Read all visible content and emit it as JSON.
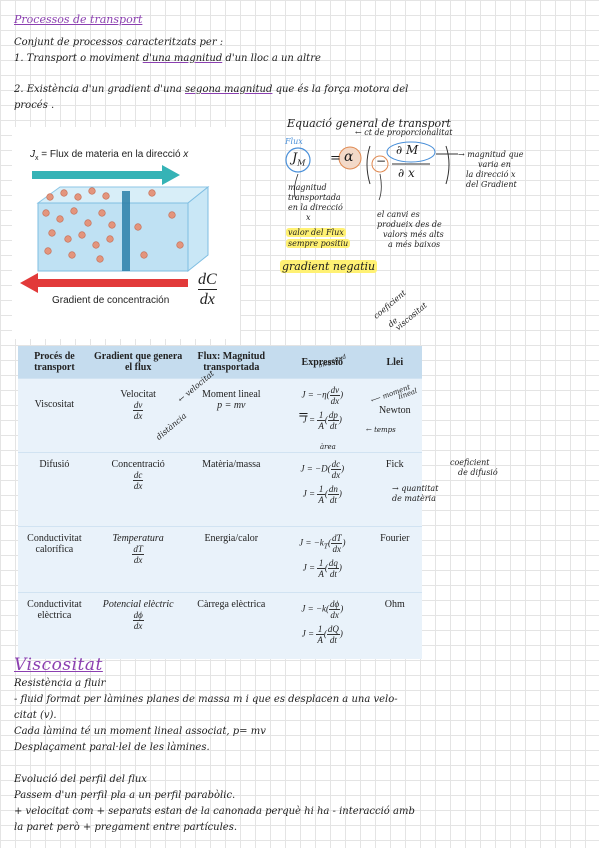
{
  "heading1": "Processos de transport",
  "intro": {
    "line1": "Conjunt de processos caracteritzats per :",
    "line2a": "1. Transport o moviment ",
    "line2b": "d'una magnitud",
    "line2c": " d'un lloc  a un altre",
    "line3a": "2. Existència d'un gradient d'una ",
    "line3b": "segona magnitud",
    "line3c": " que és la força motora del",
    "line4": "procés ."
  },
  "diagram": {
    "flux_label": "J",
    "flux_sub": "x",
    "flux_text": " = Flux de materia en la direcció ",
    "flux_x": "x",
    "gradient_label": "Gradient de concentración",
    "dC": "dC",
    "dx": "dx"
  },
  "equation": {
    "title": "Equació general de transport",
    "ct": "← ct de proporcionalitat",
    "flux_word": "Flux",
    "J": "J",
    "M_sub": "M",
    "eq": "=",
    "alpha": "α",
    "minus": "−",
    "dM": "∂ M",
    "dx": "∂ x",
    "magnitud_note1": "→ magnitud que",
    "magnitud_note2": "varia en",
    "magnitud_note3": "la direcció x",
    "magnitud_note4": "del Gradient",
    "transported1": "magnitud",
    "transported2": "transportada",
    "transported3": "en la direcció",
    "transported4": "x",
    "canvi1": "el canvi es",
    "canvi2": "produeix des de",
    "canvi3": "valors més alts",
    "canvi4": "a més baixos",
    "positive1": "valor del Flux",
    "positive2": "sempre positiu",
    "negative": "gradient negatiu"
  },
  "table": {
    "headers": [
      "Procés de transport",
      "Gradient que genera el flux",
      "Flux: Magnitud transportada",
      "Expressió",
      "Llei"
    ],
    "rows": [
      {
        "process": "Viscositat",
        "gradient_name": "Velocitat",
        "g_num": "dv",
        "g_den": "dx",
        "flux_name": "Moment lineal",
        "flux_formula": "p = mv",
        "expr1_pre": "J = −η",
        "expr1_num": "dv",
        "expr1_den": "dx",
        "expr2_pre": "J = ",
        "expr2_num": "dp",
        "expr2_den": "dt",
        "law": "Newton"
      },
      {
        "process": "Difusió",
        "gradient_name": "Concentració",
        "g_num": "dc",
        "g_den": "dx",
        "flux_name": "Matèria/massa",
        "flux_formula": "",
        "expr1_pre": "J = −D",
        "expr1_num": "dc",
        "expr1_den": "dx",
        "expr2_pre": "J = ",
        "expr2_num": "dn",
        "expr2_den": "dt",
        "law": "Fick"
      },
      {
        "process": "Conductivitat calorífica",
        "gradient_name": "Temperatura",
        "g_num": "dT",
        "g_den": "dx",
        "flux_name": "Energia/calor",
        "flux_formula": "",
        "expr1_pre": "J = −k",
        "expr1_num": "dT",
        "expr1_den": "dx",
        "expr2_pre": "J = ",
        "expr2_num": "dq",
        "expr2_den": "dt",
        "law": "Fourier"
      },
      {
        "process": "Conductivitat elèctrica",
        "gradient_name": "Potencial elèctric",
        "g_num": "dϕ",
        "g_den": "dx",
        "flux_name": "Càrrega elèctrica",
        "flux_formula": "",
        "expr1_pre": "J = −k",
        "expr1_num": "dϕ",
        "expr1_den": "dx",
        "expr2_pre": "J = ",
        "expr2_num": "dQ",
        "expr2_den": "dt",
        "law": "Ohm"
      }
    ],
    "one": "1",
    "A": "A",
    "subT": "T"
  },
  "annotations": {
    "velocitat": "velocitat",
    "distancia": "distància",
    "magnitud": "magnitud",
    "coeficient_visc1": "coeficient",
    "coeficient_visc2": "de",
    "coeficient_visc3": "viscositat",
    "moment_lineal1": "moment",
    "moment_lineal2": "lineal",
    "temps": "temps",
    "area": "àrea",
    "coeficient_dif1": "coeficient",
    "coeficient_dif2": "de difusió",
    "quantitat1": "quantitat",
    "quantitat2": "de matèria",
    "eq_sign": "="
  },
  "heading2": "Viscositat",
  "visc": {
    "l1": "Resistència a fluir",
    "l2": "- fluid format per làmines planes de massa m i que es desplacen a una velo-",
    "l3": "citat (v).",
    "l4": "Cada làmina té un moment lineal associat, p= mv",
    "l5": "Desplaçament paral·lel de les làmines.",
    "l6": "Evolució del perfil del flux",
    "l7": "Passem d'un perfil pla a un perfil parabòlic.",
    "l8": "+ velocitat com + separats estan de la canonada perquè hi ha - interacció amb",
    "l9": "la paret però + pregament entre partícules."
  }
}
